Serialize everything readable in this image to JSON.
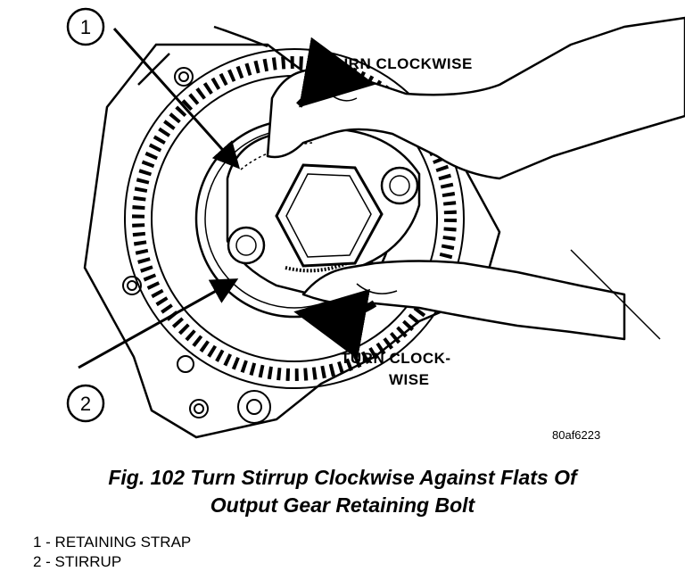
{
  "figure": {
    "callouts": [
      {
        "number": "1"
      },
      {
        "number": "2"
      }
    ],
    "annotations": {
      "turn_clockwise_top": "TURN CLOCKWISE",
      "turn_clockwise_bottom_line1": "TURN CLOCK-",
      "turn_clockwise_bottom_line2": "WISE"
    },
    "figure_code": "80af6223"
  },
  "caption": {
    "line1": "Fig. 102 Turn Stirrup Clockwise Against Flats Of",
    "line2": "Output Gear Retaining Bolt"
  },
  "legend": [
    {
      "text": "1 - RETAINING STRAP"
    },
    {
      "text": "2 - STIRRUP"
    }
  ]
}
